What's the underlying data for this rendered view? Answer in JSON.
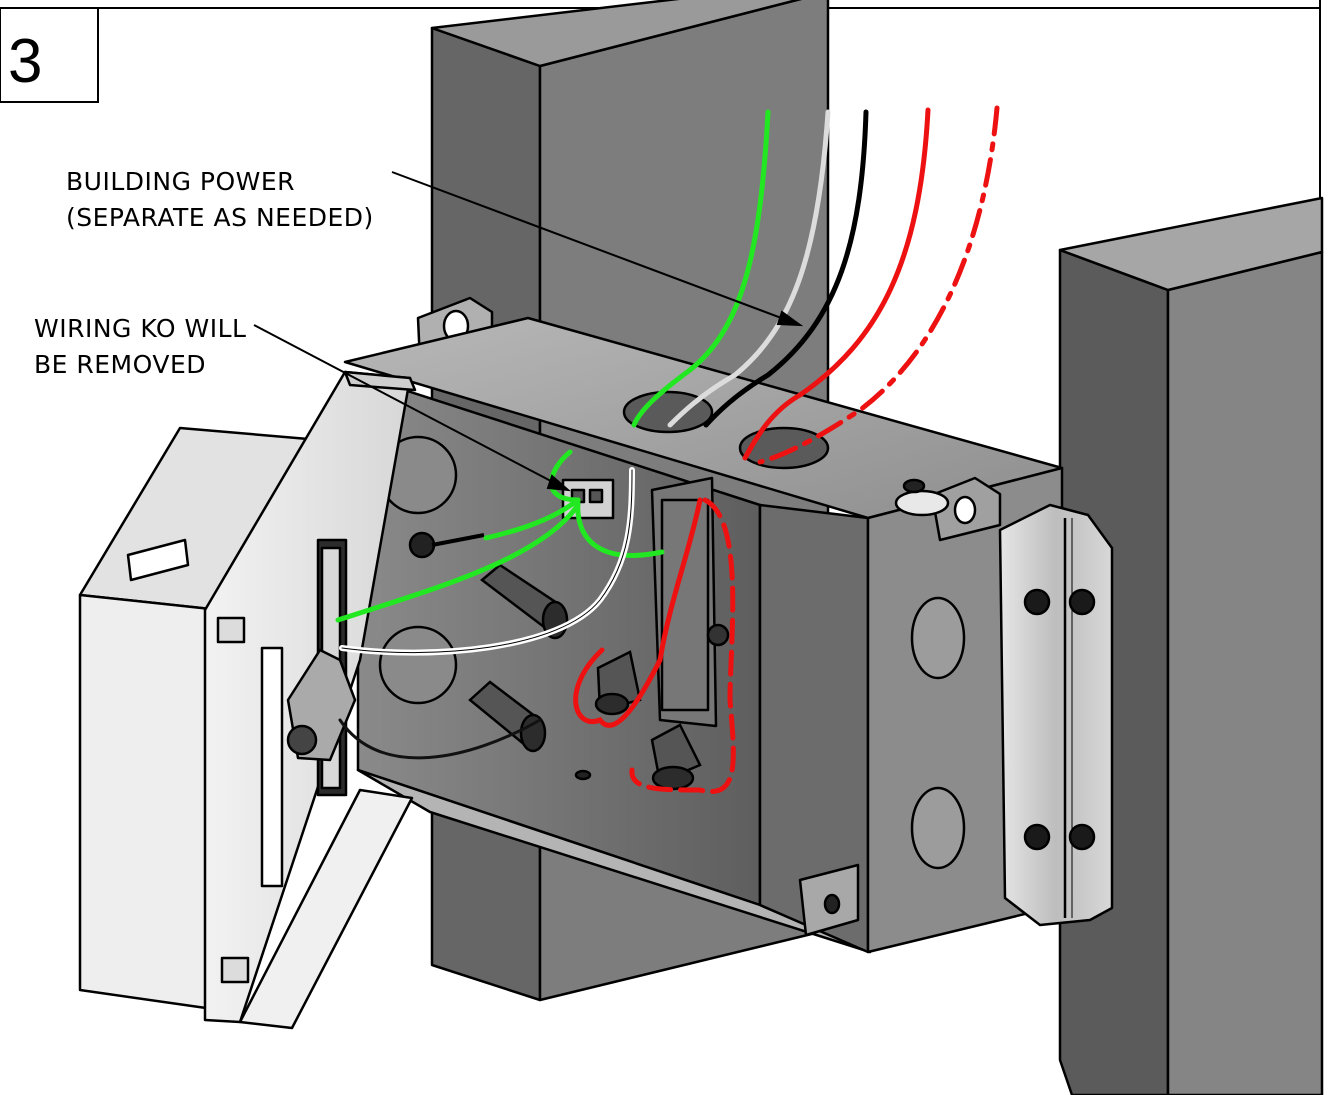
{
  "step": {
    "number": "3"
  },
  "callouts": {
    "building_power": {
      "line1": "BUILDING POWER",
      "line2": "(SEPARATE AS NEEDED)"
    },
    "wiring_ko": {
      "line1": "WIRING KO WILL",
      "line2": "BE REMOVED"
    }
  },
  "wire_colors": {
    "ground": "#22e822",
    "neutral": "#dcdcdc",
    "hot": "#000000",
    "switched": "#ee1111",
    "inside_neutral": "#ffffff"
  }
}
